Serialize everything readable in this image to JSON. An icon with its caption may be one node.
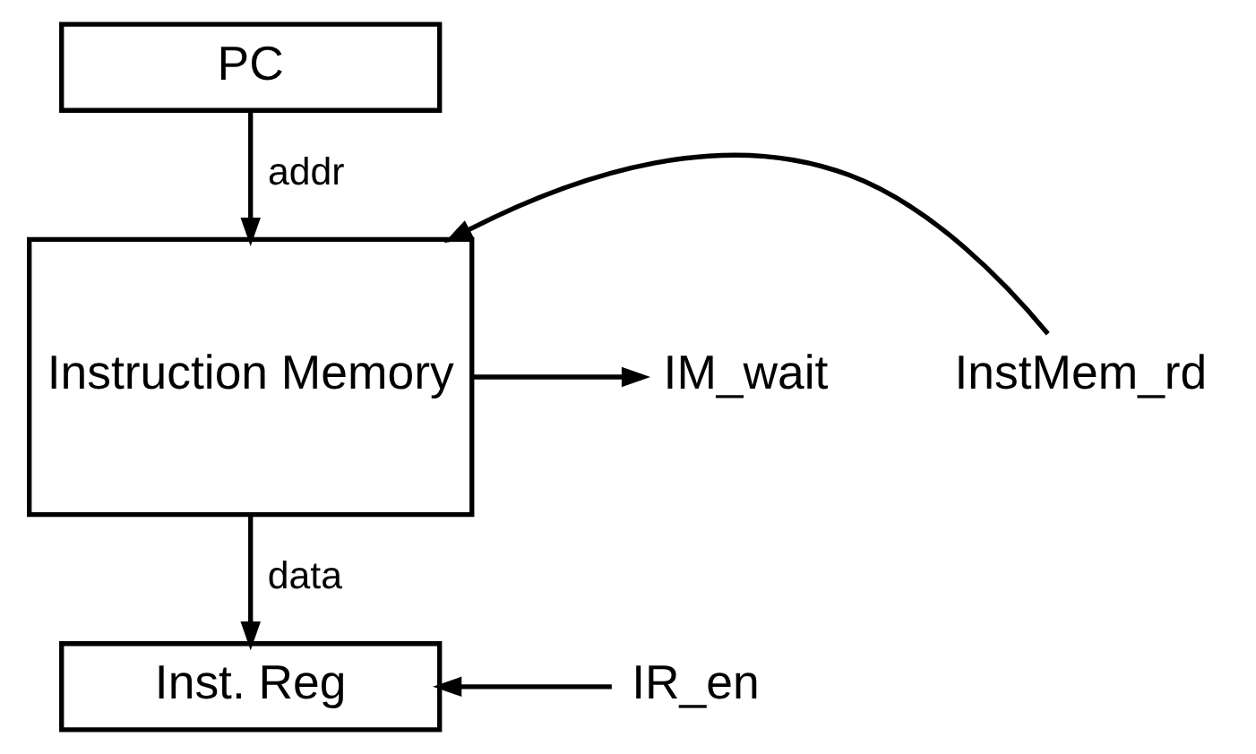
{
  "diagram": {
    "nodes": [
      {
        "text": [
          "PC"
        ]
      },
      {
        "text": [
          "Instruction Memory"
        ]
      },
      {
        "text": [
          "Inst. Reg"
        ]
      },
      {
        "text": [
          "InstMem_rd"
        ]
      },
      {
        "text": [
          "IM_wait"
        ]
      },
      {
        "text": [
          "IR_en"
        ]
      }
    ],
    "edges": [
      {
        "from": 0,
        "to": 1,
        "arrow": "to",
        "label": "addr"
      },
      {
        "from": 1,
        "to": 2,
        "arrow": "to",
        "label": "data"
      },
      {
        "from": 3,
        "to": 1,
        "arrow": "to"
      },
      {
        "from": 1,
        "to": 4,
        "arrow": "to"
      },
      {
        "from": 5,
        "to": 2,
        "arrow": "to"
      }
    ]
  }
}
